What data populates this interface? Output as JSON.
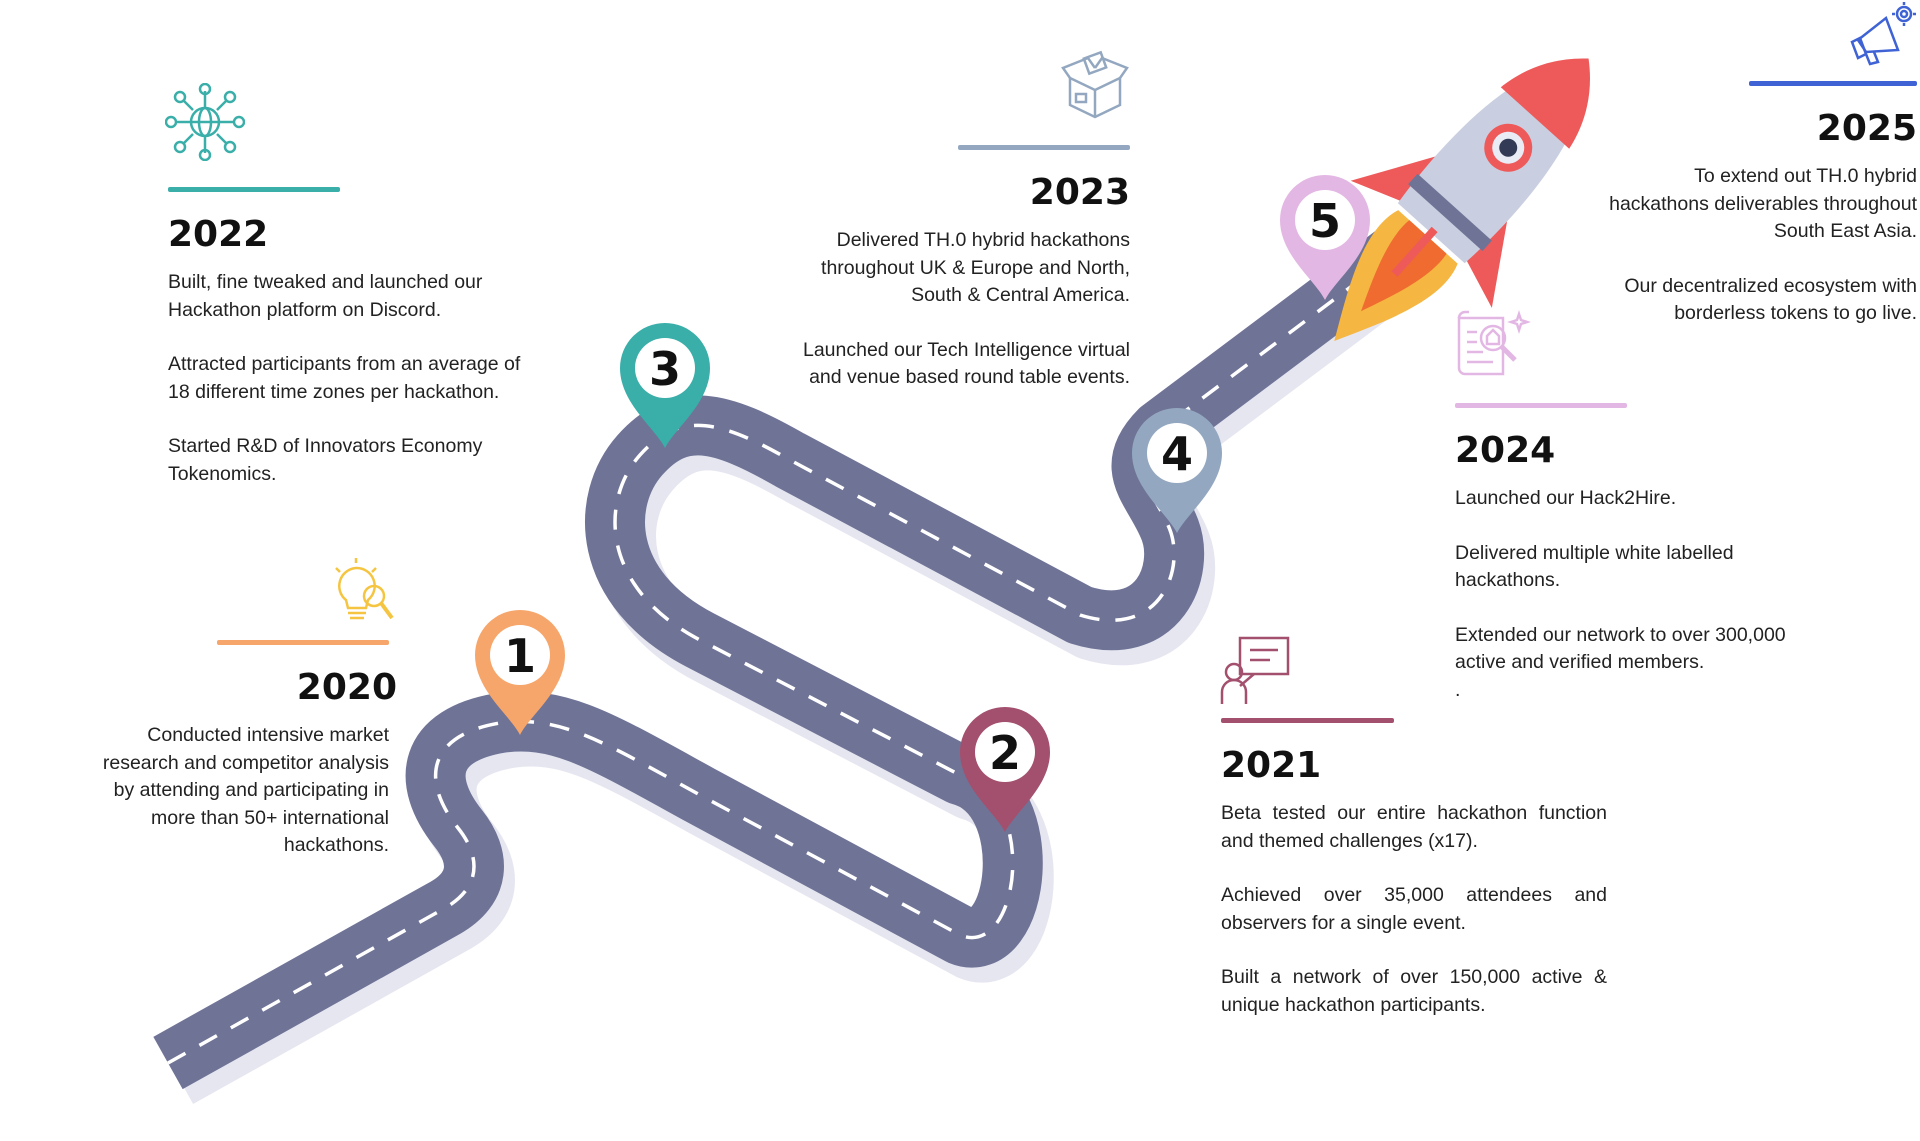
{
  "colors": {
    "road": "#6f7396",
    "road_shadow": "#e4e4f0",
    "dash": "#ffffff",
    "y2020": "#f6a66b",
    "y2021": "#a3506e",
    "y2022": "#3aaea9",
    "y2023": "#93a8c0",
    "y2024": "#e3b7e4",
    "y2025": "#3f63d5"
  },
  "milestones": [
    {
      "number": "1",
      "icon": "lightbulb-magnifier-icon",
      "color": "#f6a66b"
    },
    {
      "number": "2",
      "icon": "presentation-board-icon",
      "color": "#a3506e"
    },
    {
      "number": "3",
      "icon": "global-network-icon",
      "color": "#3aaea9"
    },
    {
      "number": "4",
      "icon": "open-box-icon",
      "color": "#93a8c0"
    },
    {
      "number": "5",
      "icon": "certificate-scroll-icon",
      "color": "#e3b7e4"
    }
  ],
  "y2020": {
    "year": "2020",
    "paragraphs": [
      "Conducted intensive market\nresearch and competitor analysis\nby attending and participating in\nmore than 50+ international\nhackathons."
    ]
  },
  "y2021": {
    "year": "2021",
    "paragraphs": [
      "Beta tested our entire hackathon function and themed challenges (x17).",
      "Achieved over 35,000 attendees and observers for a single event.",
      "Built a network of over 150,000 active & unique hackathon participants."
    ]
  },
  "y2022": {
    "year": "2022",
    "paragraphs": [
      "Built, fine tweaked and launched our\nHackathon platform on Discord.",
      "Attracted participants from an average of\n18 different time zones per hackathon.",
      "Started R&D of Innovators Economy\nTokenomics."
    ]
  },
  "y2023": {
    "year": "2023",
    "paragraphs": [
      "Delivered TH.0 hybrid hackathons\nthroughout UK & Europe and North,\nSouth & Central America.",
      "Launched our Tech Intelligence virtual\nand venue based round table events."
    ]
  },
  "y2024": {
    "year": "2024",
    "paragraphs": [
      "Launched our Hack2Hire.",
      "Delivered multiple white labelled\nhackathons.",
      "Extended our network to over 300,000\nactive and verified members.\n."
    ]
  },
  "y2025": {
    "year": "2025",
    "paragraphs": [
      "To extend out TH.0 hybrid\nhackathons deliverables throughout\nSouth East Asia.",
      "Our decentralized ecosystem with\nborderless tokens to go live."
    ]
  }
}
